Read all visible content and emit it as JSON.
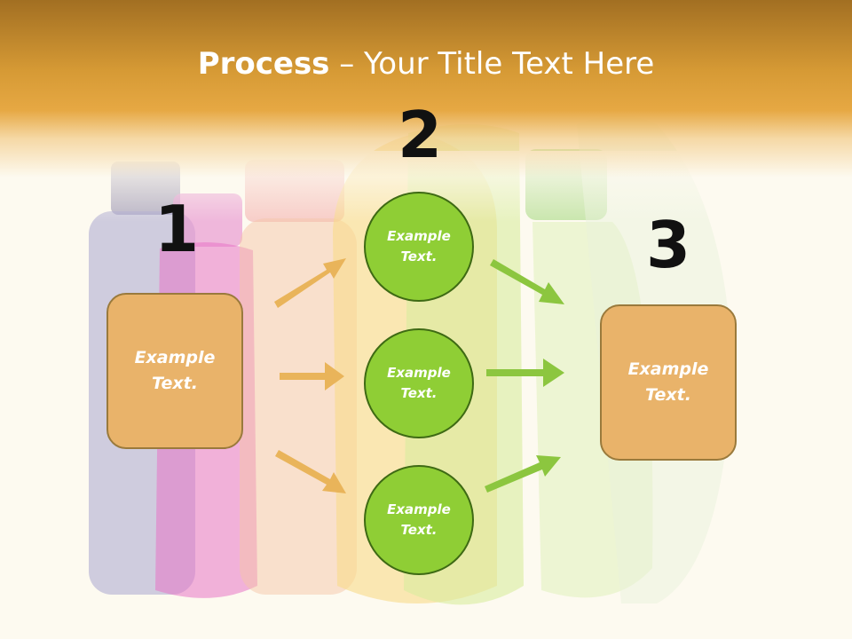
{
  "title": {
    "strong": "Process",
    "rest": " – Your Title Text Here"
  },
  "steps": [
    {
      "number": "1",
      "label": "Example Text."
    },
    {
      "number": "2",
      "items": [
        "Example Text.",
        "Example Text.",
        "Example Text."
      ]
    },
    {
      "number": "3",
      "label": "Example Text."
    }
  ],
  "colors": {
    "header": "#d69a35",
    "box_fill": "#e9b36a",
    "circle_fill": "#8fce35",
    "arrow_left": "#e9b45a",
    "arrow_right": "#8cc63f"
  },
  "icons": {
    "arrow": "arrow-icon"
  }
}
